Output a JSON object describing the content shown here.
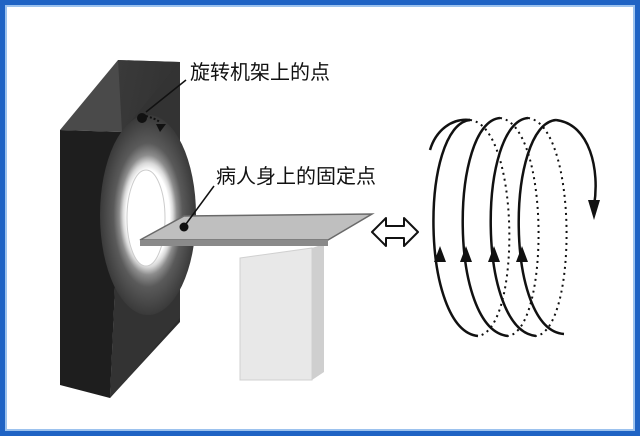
{
  "labels": {
    "gantry_point": "旋转机架上的点",
    "patient_point": "病人身上的固定点"
  },
  "colors": {
    "frame": "#1f63c4",
    "frame_inner": "#9cc2ee",
    "gantry_dark": "#2e2e2e",
    "gantry_side": "#1a1a1a",
    "table": "#b8b8b8",
    "table_leg": "#e4e4e4",
    "helix": "#111111"
  },
  "icons": [
    "gantry-point-marker",
    "patient-point-marker",
    "double-arrow-icon",
    "helix-arrow-icon"
  ]
}
